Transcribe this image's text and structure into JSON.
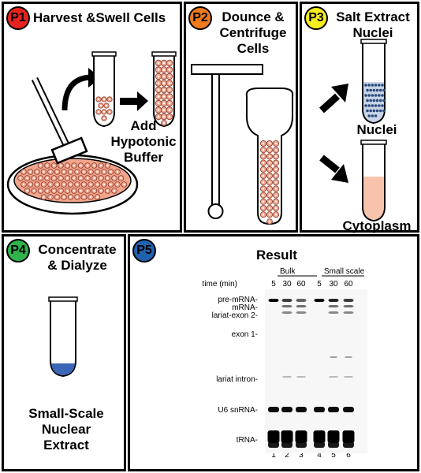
{
  "panels": {
    "p1": {
      "badge": "P1",
      "title": "Harvest &Swell Cells",
      "step_label": [
        "Add",
        "Hypotonic",
        "Buffer"
      ],
      "badge_color": "#e8231e"
    },
    "p2": {
      "badge": "P2",
      "title": [
        "Dounce &",
        "Centrifuge",
        "Cells"
      ],
      "badge_color": "#f07a1c"
    },
    "p3": {
      "badge": "P3",
      "title": [
        "Salt Extract",
        "Nuclei"
      ],
      "tube_top_label": "Nuclei",
      "tube_bottom_label": "Cytoplasm",
      "badge_color": "#f7ee1e"
    },
    "p4": {
      "badge": "P4",
      "title": [
        "Concentrate",
        "& Dialyze"
      ],
      "result_label": [
        "Small-Scale",
        "Nuclear",
        "Extract"
      ],
      "badge_color": "#2fb34a"
    },
    "p5": {
      "badge": "P5",
      "title": "Result",
      "badge_color": "#1f62b0",
      "gel": {
        "time_label": "time (min)",
        "group_labels": [
          "Bulk",
          "Small scale"
        ],
        "times": [
          "5",
          "30",
          "60",
          "5",
          "30",
          "60"
        ],
        "lane_numbers": [
          "1",
          "2",
          "3",
          "4",
          "5",
          "6"
        ],
        "band_labels": [
          "pre-mRNA-",
          "mRNA-",
          "lariat-exon 2-",
          "exon 1-",
          "lariat intron-",
          "U6 snRNA-",
          "tRNA-"
        ]
      }
    }
  },
  "colors": {
    "cell_fill": "#f2a58d",
    "cytoplasm_fill": "#f7c3ad",
    "nuclei_fill": "#2c4a7a",
    "extract_fill": "#3b66b5"
  }
}
